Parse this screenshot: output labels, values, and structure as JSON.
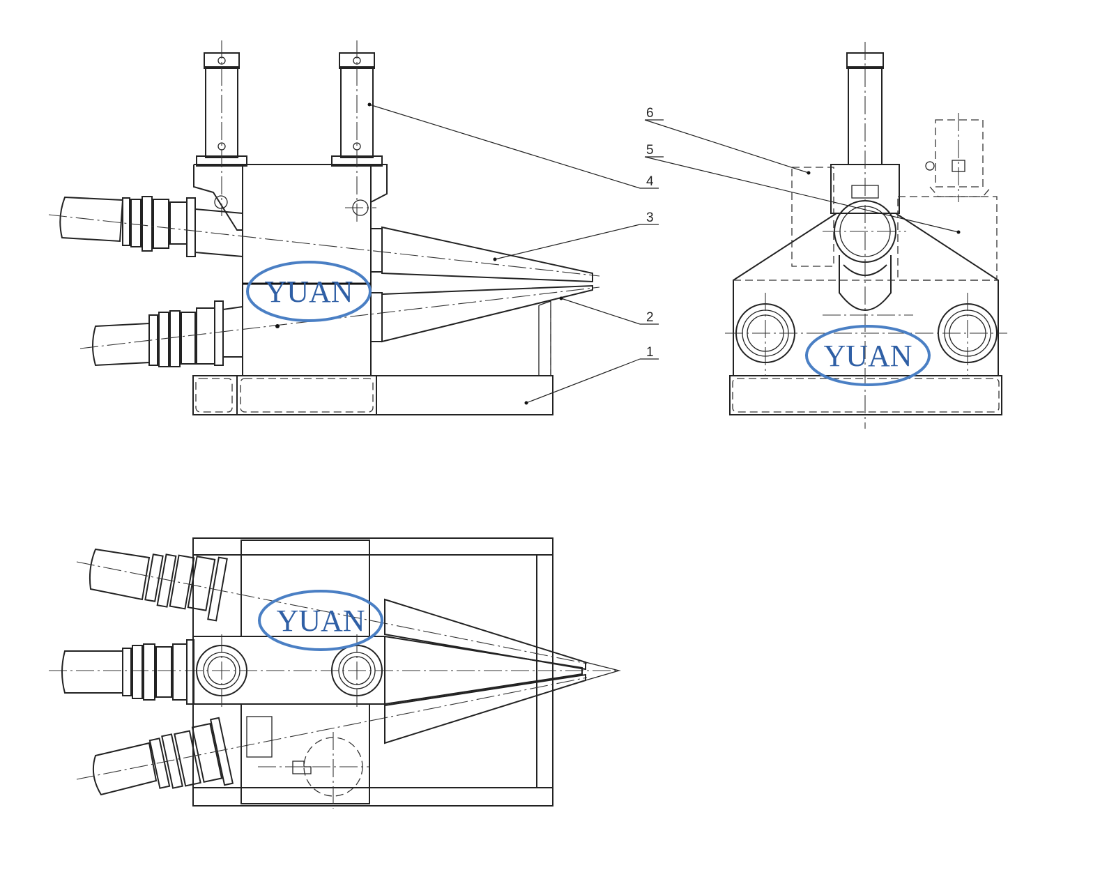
{
  "watermark": {
    "text": "YUAN",
    "color": "#4a7fc4",
    "text_color": "#2f5fa5"
  },
  "callouts": [
    {
      "label": "1"
    },
    {
      "label": "2"
    },
    {
      "label": "3"
    },
    {
      "label": "4"
    },
    {
      "label": "5"
    },
    {
      "label": "6"
    }
  ],
  "views": [
    "front-view",
    "side-view",
    "top-view"
  ],
  "line_color": "#222222"
}
